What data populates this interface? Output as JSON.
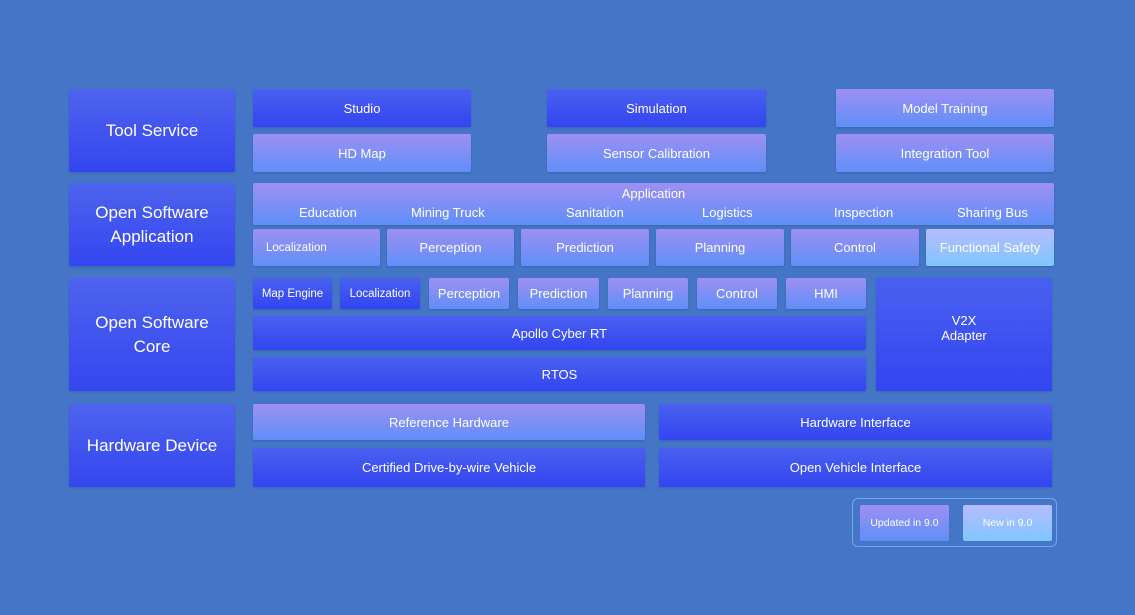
{
  "categories": {
    "tool_service": "Tool Service",
    "open_software_application": "Open Software Application",
    "open_software_core": "Open Software Core",
    "hardware_device": "Hardware Device"
  },
  "tool_service": {
    "studio": "Studio",
    "simulation": "Simulation",
    "model_training": "Model Training",
    "hd_map": "HD Map",
    "sensor_calibration": "Sensor Calibration",
    "integration_tool": "Integration Tool"
  },
  "application": {
    "title": "Application",
    "items": [
      "Education",
      "Mining Truck",
      "Sanitation",
      "Logistics",
      "Inspection",
      "Sharing Bus"
    ],
    "modules": [
      "Localization",
      "Perception",
      "Prediction",
      "Planning",
      "Control",
      "Functional Safety"
    ]
  },
  "core": {
    "modules": [
      "Map Engine",
      "Localization",
      "Perception",
      "Prediction",
      "Planning",
      "Control",
      "HMI"
    ],
    "cyber_rt": "Apollo Cyber RT",
    "rtos": "RTOS",
    "v2x_line1": "V2X",
    "v2x_line2": "Adapter"
  },
  "hardware": {
    "reference_hardware": "Reference Hardware",
    "hardware_interface": "Hardware Interface",
    "certified_vehicle": "Certified Drive-by-wire Vehicle",
    "open_vehicle_interface": "Open Vehicle Interface"
  },
  "legend": {
    "updated": "Updated in 9.0",
    "new": "New in 9.0"
  },
  "colors": {
    "background": "#4575c7",
    "standard": "#3d52f0",
    "updated": "#8a8ff5",
    "new": "#9ec2ff"
  }
}
